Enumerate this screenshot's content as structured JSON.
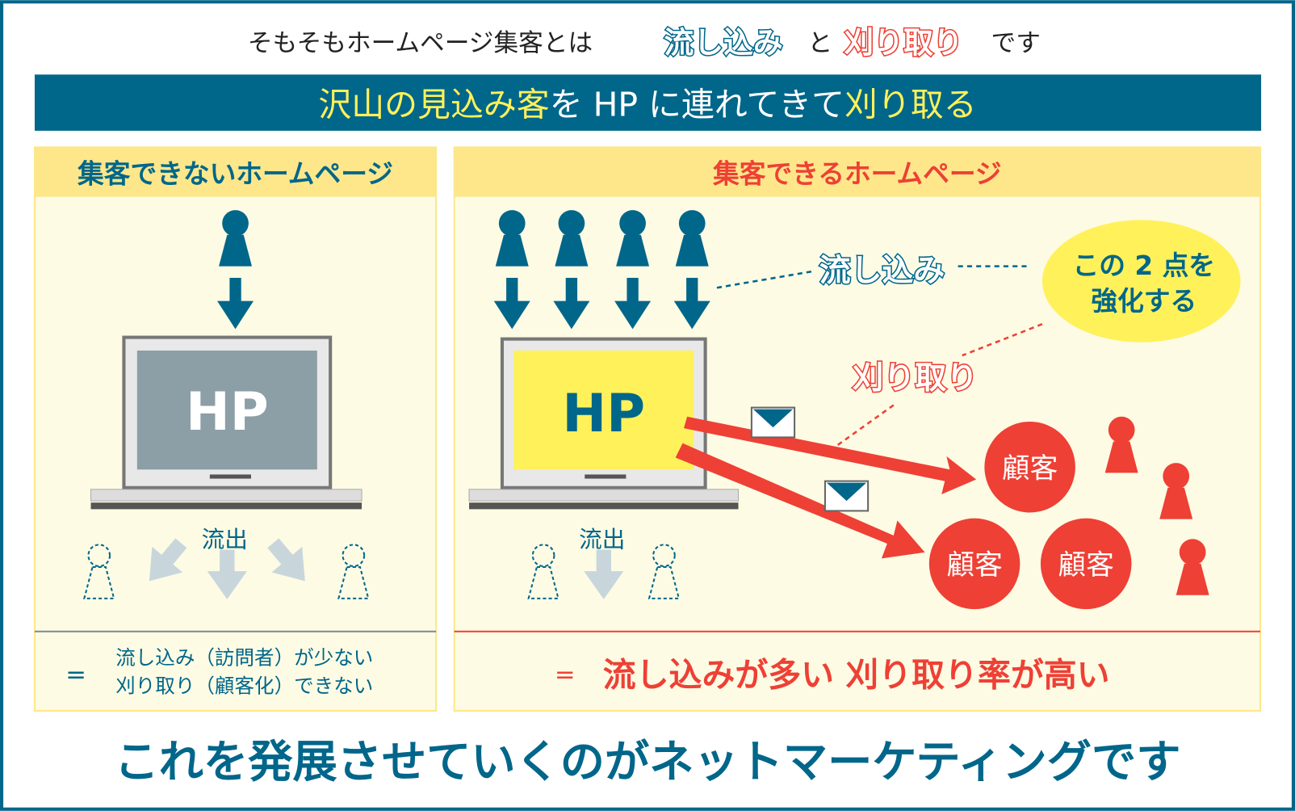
{
  "header": {
    "lead": "そもそもホームページ集客とは",
    "keyword_inflow": "流し込み",
    "connector": "と",
    "keyword_harvest": "刈り取り",
    "tail": "です"
  },
  "banner": {
    "part1": "沢山の見込み客",
    "part2": "を HP に連れてきて",
    "part3": "刈り取る"
  },
  "left_panel": {
    "title": "集客できないホームページ",
    "screen_label": "HP",
    "outflow_label": "流出",
    "equals": "=",
    "summary_line1": "流し込み（訪問者）が少ない",
    "summary_line2": "刈り取り（顧客化）できない"
  },
  "right_panel": {
    "title": "集客できるホームページ",
    "screen_label": "HP",
    "outflow_label": "流出",
    "inflow_label": "流し込み",
    "harvest_label": "刈り取り",
    "callout_line1": "この 2 点を",
    "callout_line2": "強化する",
    "customer_label": "顧客",
    "equals": "=",
    "summary": "流し込みが多い 刈り取り率が高い"
  },
  "footer": {
    "text": "これを発展させていくのがネットマーケティングです"
  },
  "colors": {
    "teal": "#00668a",
    "red": "#ee4035",
    "yellow": "#fff15a",
    "panel_bg": "#fdfbe4",
    "panel_header": "#fde78a",
    "gray_screen": "#8c9ea6"
  }
}
